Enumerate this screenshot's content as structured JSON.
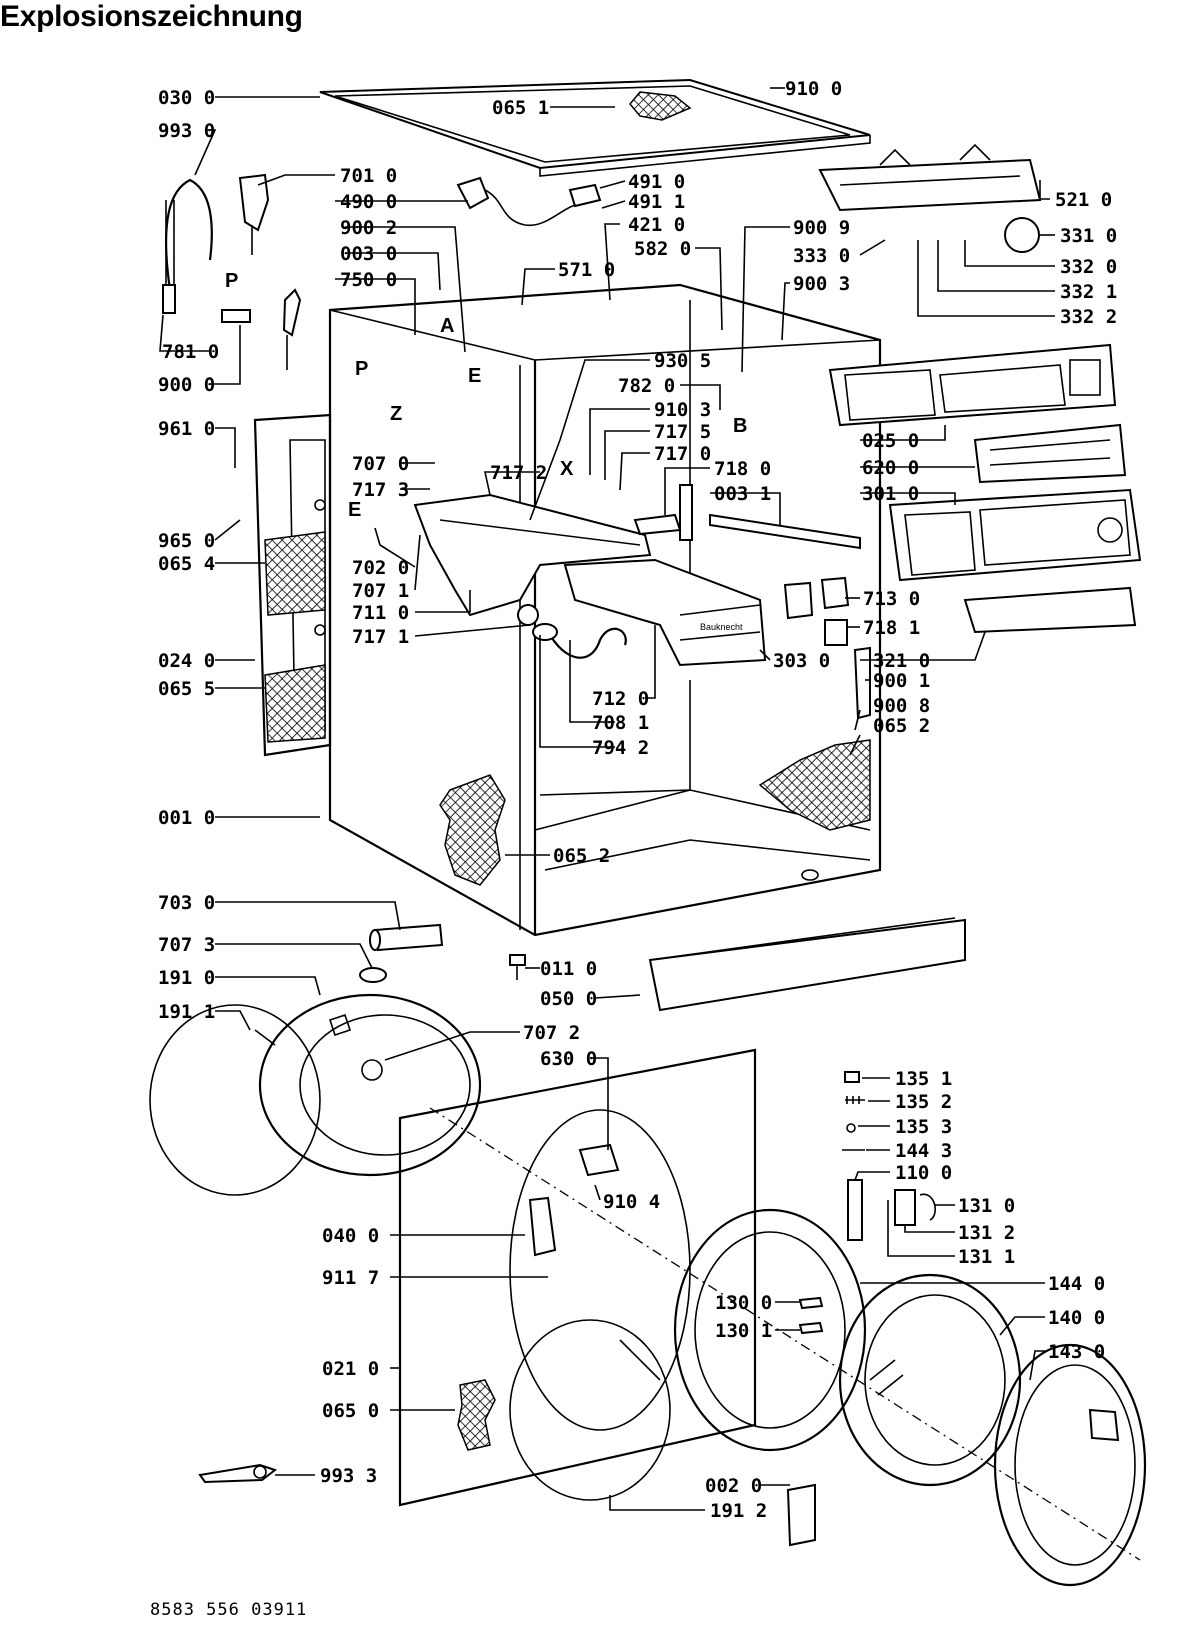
{
  "title": "Explosionszeichnung",
  "drawing_code": "8583 556 03911",
  "labels": [
    "030 0",
    "993 0",
    "701 0",
    "490 0",
    "900 2",
    "003 0",
    "750 0",
    "781 0",
    "900 0",
    "961 0",
    "965 0",
    "065 4",
    "707 0",
    "717 3",
    "702 0",
    "707 1",
    "711 0",
    "717 1",
    "024 0",
    "065 5",
    "001 0",
    "703 0",
    "707 3",
    "191 0",
    "191 1",
    "065 1",
    "910 0",
    "491 0",
    "491 1",
    "421 0",
    "571 0",
    "582 0",
    "900 9",
    "333 0",
    "900 3",
    "521 0",
    "331 0",
    "332 0",
    "332 1",
    "332 2",
    "930 5",
    "782 0",
    "910 3",
    "717 5",
    "717 0",
    "717 2",
    "718 0",
    "003 1",
    "025 0",
    "620 0",
    "301 0",
    "713 0",
    "718 1",
    "303 0",
    "321 0",
    "900 1",
    "900 8",
    "065 2",
    "712 0",
    "708 1",
    "794 2",
    "065 2",
    "011 0",
    "050 0",
    "707 2",
    "630 0",
    "910 4",
    "040 0",
    "911 7",
    "021 0",
    "065 0",
    "993 3",
    "002 0",
    "191 2",
    "135 1",
    "135 2",
    "135 3",
    "144 3",
    "110 0",
    "131 0",
    "131 2",
    "131 1",
    "144 0",
    "140 0",
    "130 0",
    "130 1",
    "143 0"
  ],
  "letters": [
    "P",
    "P",
    "A",
    "E",
    "Z",
    "E",
    "X",
    "B"
  ]
}
